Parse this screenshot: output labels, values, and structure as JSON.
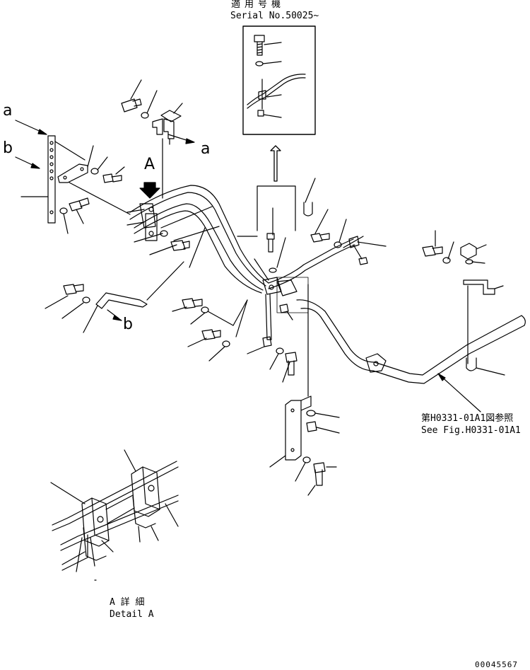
{
  "inset": {
    "title_jp": "適用号機",
    "serial": "Serial No.50025~"
  },
  "labels": {
    "a": "a",
    "b": "b",
    "A": "A"
  },
  "reference": {
    "jp": "第H0331-01A1図参照",
    "en": "See Fig.H0331-01A1"
  },
  "detail": {
    "jp": "A 詳 細",
    "en": "Detail A"
  },
  "drawing_number": "00045567"
}
